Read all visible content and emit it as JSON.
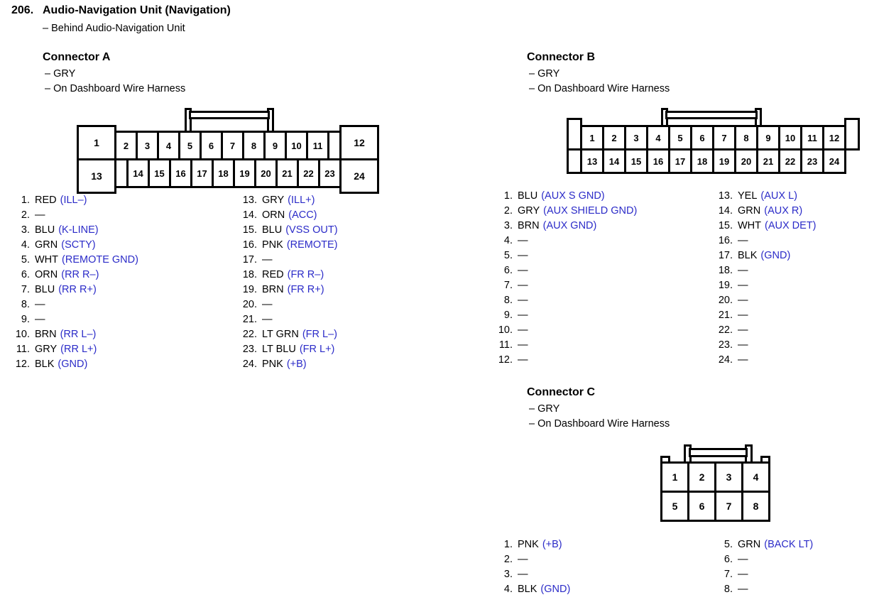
{
  "page": {
    "section_number": "206.",
    "title": "Audio-Navigation Unit (Navigation)",
    "subtitle": "– Behind Audio-Navigation Unit",
    "signal_color": "#2b2bc8",
    "dash": "—"
  },
  "connectors": [
    {
      "id": "a",
      "title": "Connector A",
      "color_line": "– GRY",
      "harness_line": "– On Dashboard Wire Harness",
      "pin_count": 24,
      "top_row": [
        "1",
        "2",
        "3",
        "4",
        "5",
        "6",
        "7",
        "8",
        "9",
        "10",
        "11",
        "12"
      ],
      "bottom_row": [
        "13",
        "14",
        "15",
        "16",
        "17",
        "18",
        "19",
        "20",
        "21",
        "22",
        "23",
        "24"
      ],
      "pins": [
        {
          "no": "1.",
          "color": "RED",
          "signal": "(ILL–)"
        },
        {
          "no": "2.",
          "color": "—",
          "signal": ""
        },
        {
          "no": "3.",
          "color": "BLU",
          "signal": "(K-LINE)"
        },
        {
          "no": "4.",
          "color": "GRN",
          "signal": "(SCTY)"
        },
        {
          "no": "5.",
          "color": "WHT",
          "signal": "(REMOTE GND)"
        },
        {
          "no": "6.",
          "color": "ORN",
          "signal": "(RR R–)"
        },
        {
          "no": "7.",
          "color": "BLU",
          "signal": "(RR R+)"
        },
        {
          "no": "8.",
          "color": "—",
          "signal": ""
        },
        {
          "no": "9.",
          "color": "—",
          "signal": ""
        },
        {
          "no": "10.",
          "color": "BRN",
          "signal": "(RR L–)"
        },
        {
          "no": "11.",
          "color": "GRY",
          "signal": "(RR L+)"
        },
        {
          "no": "12.",
          "color": "BLK",
          "signal": "(GND)"
        },
        {
          "no": "13.",
          "color": "GRY",
          "signal": "(ILL+)"
        },
        {
          "no": "14.",
          "color": "ORN",
          "signal": "(ACC)"
        },
        {
          "no": "15.",
          "color": "BLU",
          "signal": "(VSS OUT)"
        },
        {
          "no": "16.",
          "color": "PNK",
          "signal": "(REMOTE)"
        },
        {
          "no": "17.",
          "color": "—",
          "signal": ""
        },
        {
          "no": "18.",
          "color": "RED",
          "signal": "(FR R–)"
        },
        {
          "no": "19.",
          "color": "BRN",
          "signal": "(FR R+)"
        },
        {
          "no": "20.",
          "color": "—",
          "signal": ""
        },
        {
          "no": "21.",
          "color": "—",
          "signal": ""
        },
        {
          "no": "22.",
          "color": "LT GRN",
          "signal": "(FR L–)"
        },
        {
          "no": "23.",
          "color": "LT BLU",
          "signal": "(FR L+)"
        },
        {
          "no": "24.",
          "color": "PNK",
          "signal": "(+B)"
        }
      ]
    },
    {
      "id": "b",
      "title": "Connector B",
      "color_line": "– GRY",
      "harness_line": "– On Dashboard Wire Harness",
      "pin_count": 24,
      "top_row": [
        "1",
        "2",
        "3",
        "4",
        "5",
        "6",
        "7",
        "8",
        "9",
        "10",
        "11",
        "12"
      ],
      "bottom_row": [
        "13",
        "14",
        "15",
        "16",
        "17",
        "18",
        "19",
        "20",
        "21",
        "22",
        "23",
        "24"
      ],
      "pins": [
        {
          "no": "1.",
          "color": "BLU",
          "signal": "(AUX S GND)"
        },
        {
          "no": "2.",
          "color": "GRY",
          "signal": "(AUX SHIELD GND)"
        },
        {
          "no": "3.",
          "color": "BRN",
          "signal": "(AUX GND)"
        },
        {
          "no": "4.",
          "color": "—",
          "signal": ""
        },
        {
          "no": "5.",
          "color": "—",
          "signal": ""
        },
        {
          "no": "6.",
          "color": "—",
          "signal": ""
        },
        {
          "no": "7.",
          "color": "—",
          "signal": ""
        },
        {
          "no": "8.",
          "color": "—",
          "signal": ""
        },
        {
          "no": "9.",
          "color": "—",
          "signal": ""
        },
        {
          "no": "10.",
          "color": "—",
          "signal": ""
        },
        {
          "no": "11.",
          "color": "—",
          "signal": ""
        },
        {
          "no": "12.",
          "color": "—",
          "signal": ""
        },
        {
          "no": "13.",
          "color": "YEL",
          "signal": "(AUX L)"
        },
        {
          "no": "14.",
          "color": "GRN",
          "signal": "(AUX R)"
        },
        {
          "no": "15.",
          "color": "WHT",
          "signal": "(AUX DET)"
        },
        {
          "no": "16.",
          "color": "—",
          "signal": ""
        },
        {
          "no": "17.",
          "color": "BLK",
          "signal": "(GND)"
        },
        {
          "no": "18.",
          "color": "—",
          "signal": ""
        },
        {
          "no": "19.",
          "color": "—",
          "signal": ""
        },
        {
          "no": "20.",
          "color": "—",
          "signal": ""
        },
        {
          "no": "21.",
          "color": "—",
          "signal": ""
        },
        {
          "no": "22.",
          "color": "—",
          "signal": ""
        },
        {
          "no": "23.",
          "color": "—",
          "signal": ""
        },
        {
          "no": "24.",
          "color": "—",
          "signal": ""
        }
      ]
    },
    {
      "id": "c",
      "title": "Connector C",
      "color_line": "– GRY",
      "harness_line": "– On Dashboard Wire Harness",
      "pin_count": 8,
      "top_row": [
        "1",
        "2",
        "3",
        "4"
      ],
      "bottom_row": [
        "5",
        "6",
        "7",
        "8"
      ],
      "pins": [
        {
          "no": "1.",
          "color": "PNK",
          "signal": "(+B)"
        },
        {
          "no": "2.",
          "color": "—",
          "signal": ""
        },
        {
          "no": "3.",
          "color": "—",
          "signal": ""
        },
        {
          "no": "4.",
          "color": "BLK",
          "signal": "(GND)"
        },
        {
          "no": "5.",
          "color": "GRN",
          "signal": "(BACK LT)"
        },
        {
          "no": "6.",
          "color": "—",
          "signal": ""
        },
        {
          "no": "7.",
          "color": "—",
          "signal": ""
        },
        {
          "no": "8.",
          "color": "—",
          "signal": ""
        }
      ]
    }
  ]
}
